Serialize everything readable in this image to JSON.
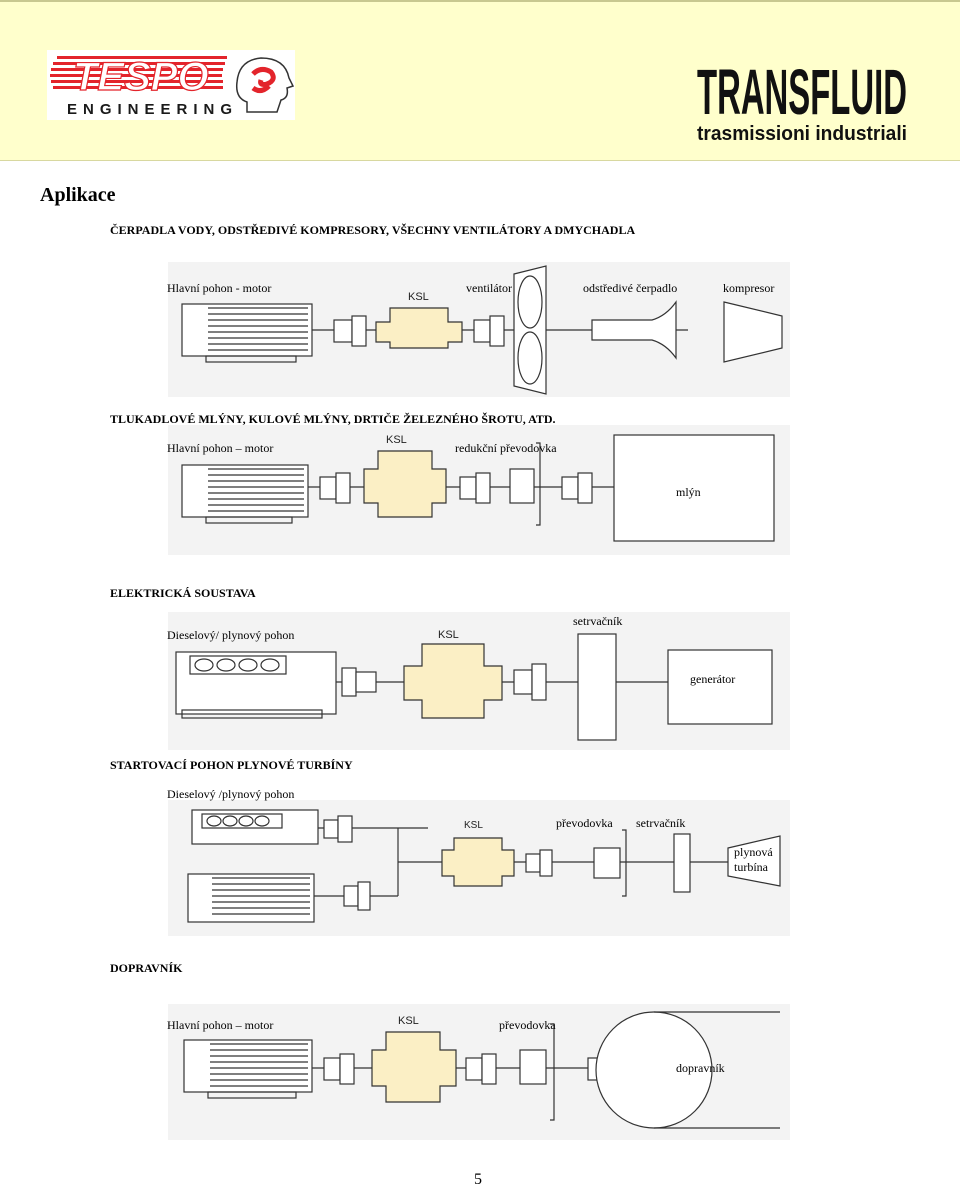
{
  "header": {
    "tespo_word": "TESPO",
    "tespo_sub": "ENGINEERING",
    "transfluid_word": "TRANSFLUID",
    "transfluid_sub": "trasmissioni industriali",
    "bg_color": "#ffffcc"
  },
  "page": {
    "title": "Aplikace",
    "page_number": "5"
  },
  "sections": [
    {
      "heading": "ČERPADLA VODY, ODSTŘEDIVÉ KOMPRESORY, VŠECHNY VENTILÁTORY A  DMYCHADLA",
      "labels": [
        "Hlavní pohon - motor",
        "ventilátor",
        "odstředivé čerpadlo",
        "kompresor"
      ],
      "ksl": "KSL"
    },
    {
      "heading": "TLUKADLOVÉ  MLÝNY, KULOVÉ MLÝNY,  DRTIČE  ŽELEZNÉHO ŠROTU, ATD.",
      "labels": [
        "Hlavní pohon – motor",
        "redukční převodovka",
        "mlýn"
      ],
      "ksl": "KSL"
    },
    {
      "heading": "ELEKTRICKÁ SOUSTAVA",
      "labels": [
        "Dieselový/ plynový pohon",
        "setrvačník",
        "generátor"
      ],
      "ksl": "KSL"
    },
    {
      "heading": "STARTOVACÍ POHON PLYNOVÉ TURBÍNY",
      "labels": [
        "Dieselový /plynový pohon",
        "převodovka",
        "setrvačník",
        "plynová",
        "turbína"
      ],
      "ksl": "KSL"
    },
    {
      "heading": "DOPRAVNÍK",
      "labels": [
        "Hlavní pohon – motor",
        "převodovka",
        "dopravník"
      ],
      "ksl": "KSL"
    }
  ],
  "colors": {
    "ksl_fill": "#fbefc5",
    "diagram_bg": "#f3f3f3",
    "logo_red": "#e3242b"
  }
}
